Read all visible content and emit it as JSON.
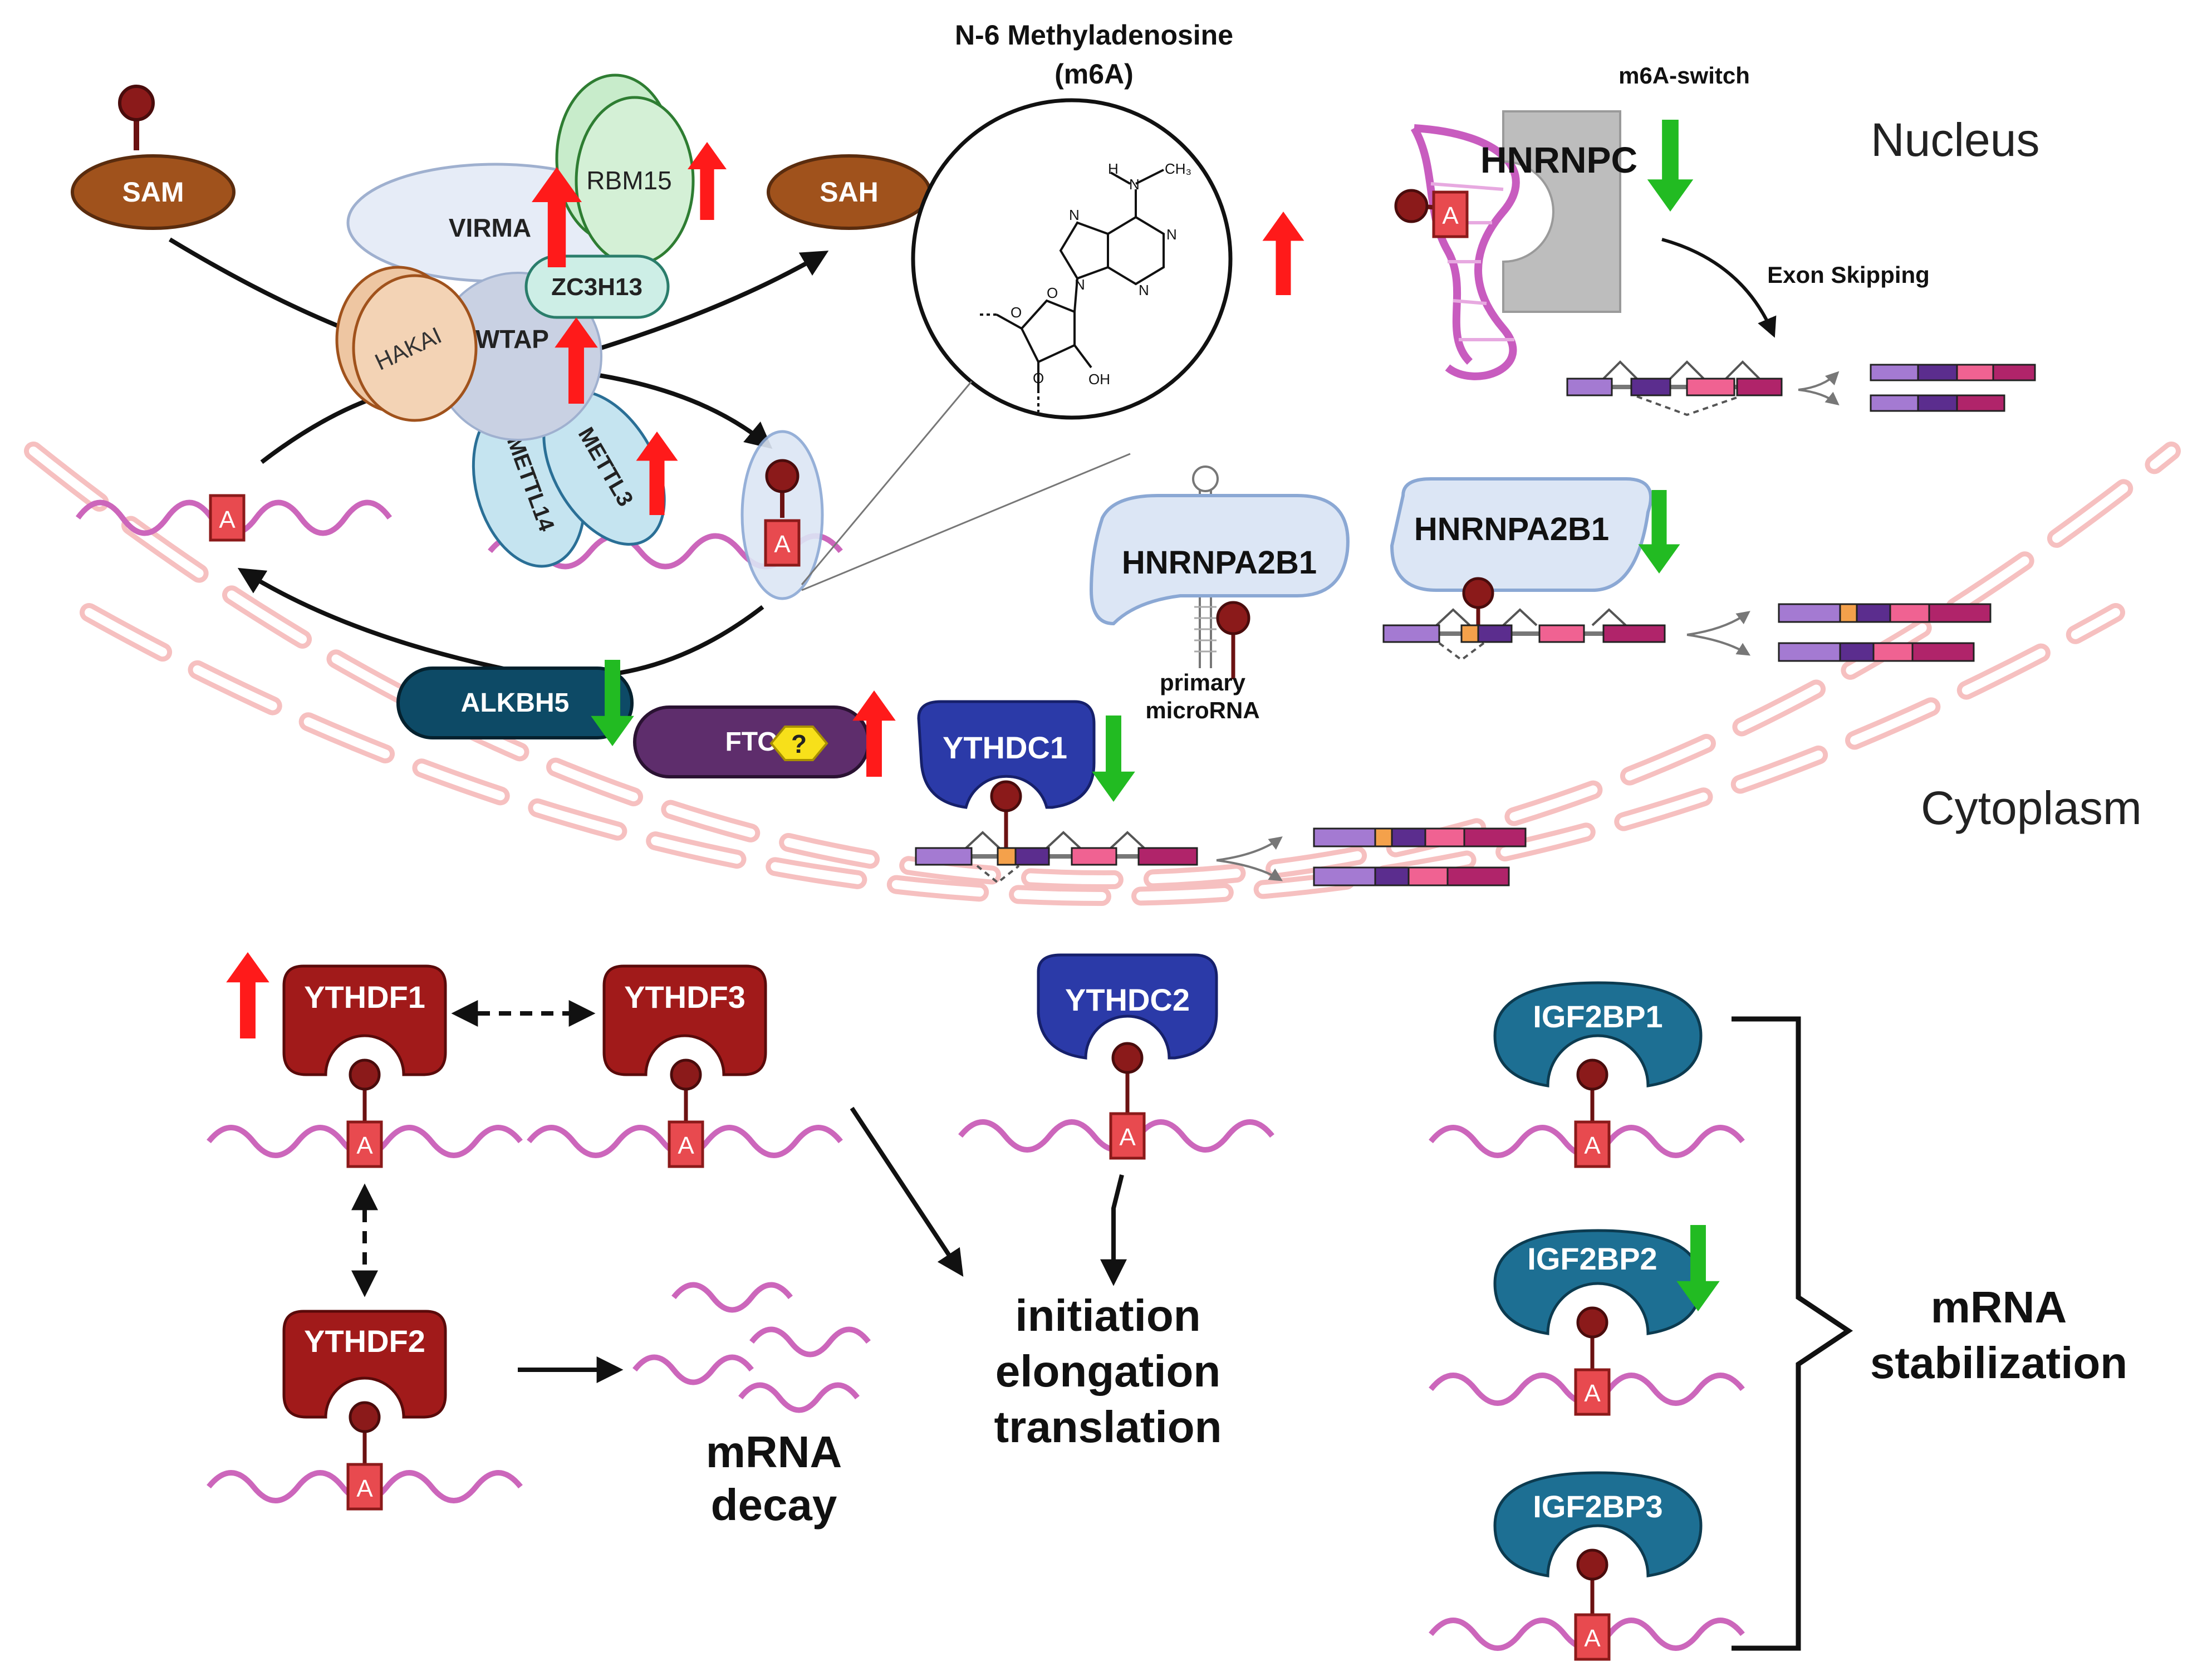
{
  "colors": {
    "mrna": "#cc66bb",
    "a_box": "#e84a4f",
    "m6a_mark": "#8b1a1a",
    "up_arrow": "#ff1a1a",
    "down_arrow": "#22bb22",
    "ythdf": "#a11a1a",
    "ythdc": "#2b3aa8",
    "igf2bp": "#1d6f93",
    "membrane": "#f6c0c0"
  },
  "regions": {
    "nucleus": "Nucleus",
    "cytoplasm": "Cytoplasm"
  },
  "metabolites": {
    "sam": "SAM",
    "sah": "SAH"
  },
  "writers": {
    "virma": "VIRMA",
    "rbm15": "RBM15",
    "zc3h13": "ZC3H13",
    "hakai": "HAKAI",
    "wtap": "WTAP",
    "mettl3": "METTL3",
    "mettl14": "METTL14"
  },
  "erasers": {
    "alkbh5": "ALKBH5",
    "fto": "FTO",
    "fto_question": "?"
  },
  "m6a": {
    "title_line1": "N-6 Methyladenosine",
    "title_line2": "(m6A)",
    "atoms": {
      "h": "H",
      "n_top": "N",
      "ch3": "CH₃",
      "n1": "N",
      "n3": "N",
      "n7": "N",
      "n9": "N",
      "o_ring": "O",
      "o5": "O",
      "o3": "O",
      "oh": "OH"
    }
  },
  "adenosine_letter": "A",
  "nuclear_readers": {
    "m6a_switch": "m6A-switch",
    "hnrnpc": "HNRNPC",
    "exon_skipping": "Exon Skipping",
    "hnrnpa2b1": "HNRNPA2B1",
    "primary_microrna_line1": "primary",
    "primary_microrna_line2": "microRNA",
    "ythdc1": "YTHDC1"
  },
  "cytoplasmic_readers": {
    "ythdf1": "YTHDF1",
    "ythdf2": "YTHDF2",
    "ythdf3": "YTHDF3",
    "ythdc2": "YTHDC2",
    "igf2bp1": "IGF2BP1",
    "igf2bp2": "IGF2BP2",
    "igf2bp3": "IGF2BP3"
  },
  "outcomes": {
    "decay_line1": "mRNA",
    "decay_line2": "decay",
    "translation_line1": "initiation",
    "translation_line2": "elongation",
    "translation_line3": "translation",
    "stabilization_line1": "mRNA",
    "stabilization_line2": "stabilization"
  }
}
